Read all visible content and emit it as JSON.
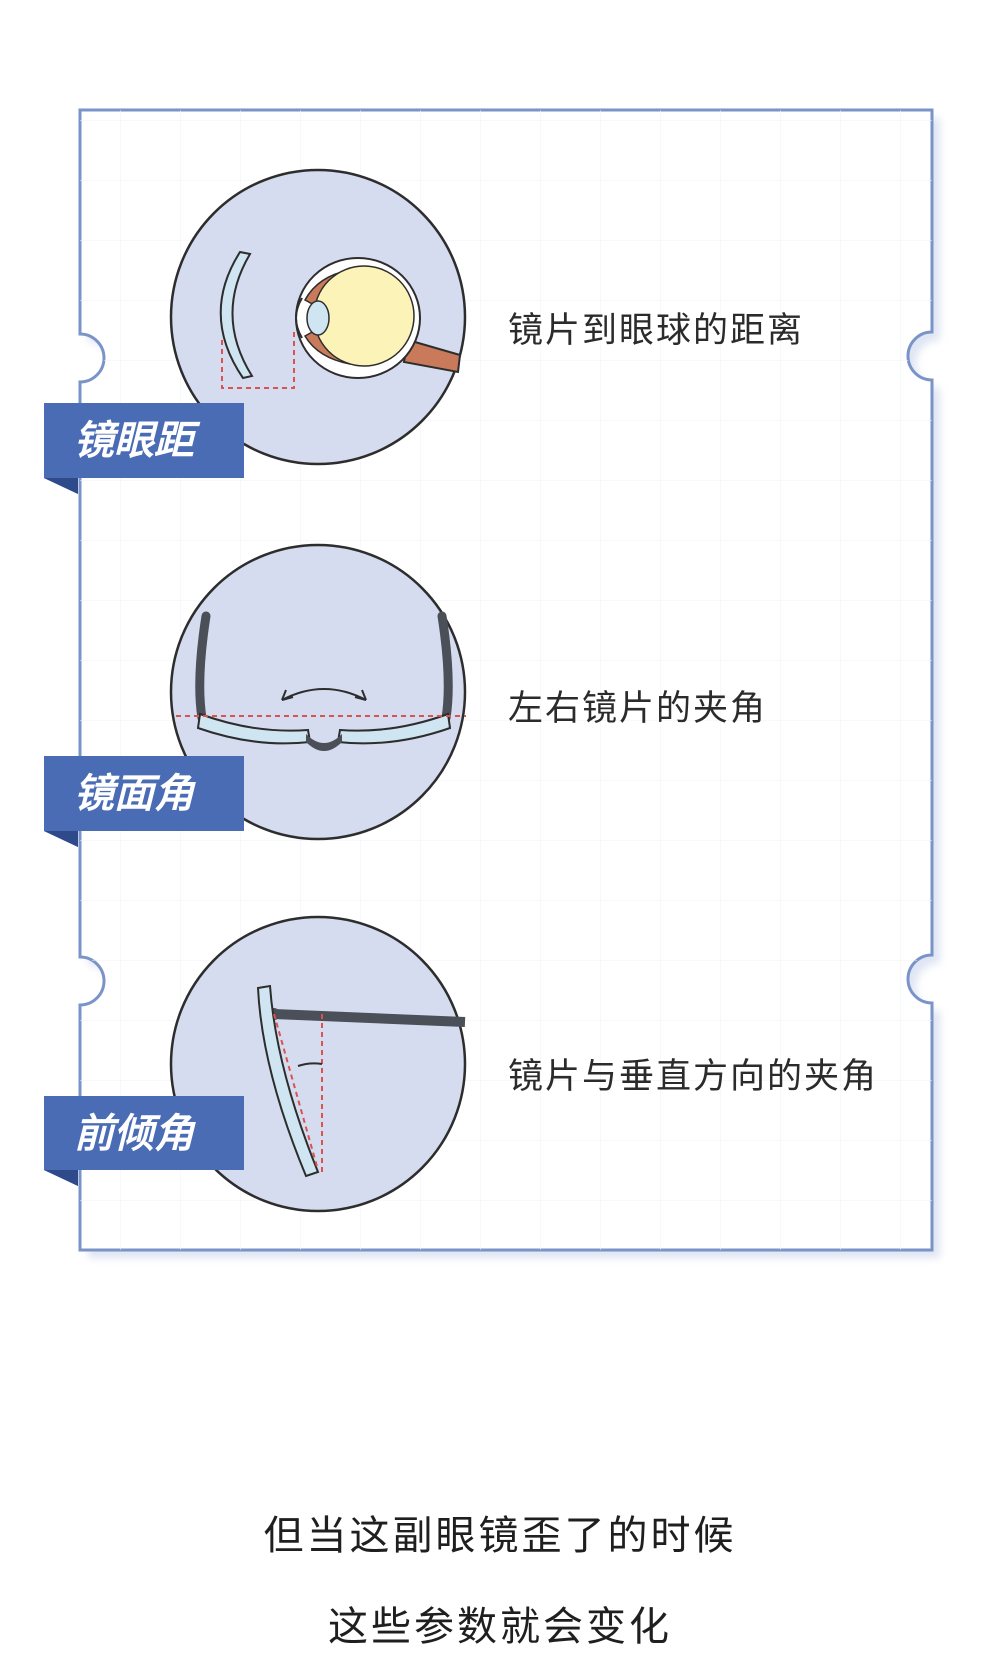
{
  "items": [
    {
      "tag": "镜眼距",
      "description": "镜片到眼球的距离",
      "icon": "eye-lens-distance-icon"
    },
    {
      "tag": "镜面角",
      "description": "左右镜片的夹角",
      "icon": "frame-wrap-angle-icon"
    },
    {
      "tag": "前倾角",
      "description": "镜片与垂直方向的夹角",
      "icon": "pantoscopic-tilt-icon"
    }
  ],
  "footer": {
    "line1": "但当这副眼镜歪了的时候",
    "line2": "这些参数就会变化"
  },
  "colors": {
    "tag_blue": "#4a6cb5",
    "circle_fill": "#d6dcef",
    "border": "#7a93c8",
    "lens": "#cfe5f2",
    "guide_red": "#d9534f"
  }
}
